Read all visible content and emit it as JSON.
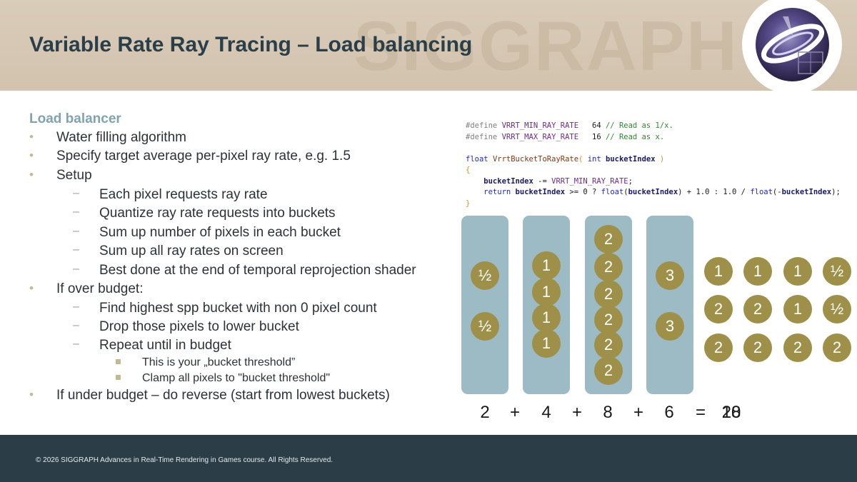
{
  "header": {
    "title": "Variable Rate Ray Tracing – Load balancing",
    "watermark": "SIGGRAPH",
    "logo_icon": "siggraph-logo-icon"
  },
  "content": {
    "heading": "Load balancer",
    "items": [
      {
        "level": 1,
        "text": "Water filling algorithm"
      },
      {
        "level": 1,
        "text": "Specify target average per-pixel ray rate, e.g. 1.5"
      },
      {
        "level": 1,
        "text": "Setup"
      },
      {
        "level": 2,
        "text": "Each pixel requests ray rate"
      },
      {
        "level": 2,
        "text": "Quantize ray rate requests into buckets"
      },
      {
        "level": 2,
        "text": "Sum up number of pixels in each bucket"
      },
      {
        "level": 2,
        "text": "Sum up all ray rates on screen"
      },
      {
        "level": 2,
        "text": "Best done at the end of temporal reprojection shader"
      },
      {
        "level": 1,
        "text": "If over budget:"
      },
      {
        "level": 2,
        "text": "Find highest spp bucket with non 0 pixel count"
      },
      {
        "level": 2,
        "text": "Drop those pixels to lower bucket"
      },
      {
        "level": 2,
        "text": "Repeat until in budget"
      },
      {
        "level": 3,
        "text": "This is your „bucket threshold”"
      },
      {
        "level": 3,
        "text": "Clamp all pixels to \"bucket threshold\""
      },
      {
        "level": 1,
        "text": "If under budget – do reverse (start from lowest buckets)"
      }
    ],
    "markers": {
      "level1": "•",
      "level2": "–"
    }
  },
  "code": {
    "l1_pre": "#define ",
    "l1_macro": "VRRT_MIN_RAY_RATE",
    "l1_num": "   64 ",
    "l1_com": "// Read as 1/x.",
    "l2_pre": "#define ",
    "l2_macro": "VRRT_MAX_RAY_RATE",
    "l2_num": "   16 ",
    "l2_com": "// Read as x.",
    "l4_kw1": "float ",
    "l4_fn": "VrrtBucketToRayRate",
    "l4_p1": "( ",
    "l4_kw2": "int ",
    "l4_var": "bucketIndex",
    "l4_p2": " )",
    "l5": "{",
    "l6_var": "    bucketIndex",
    "l6_op": " -= ",
    "l6_macro": "VRRT_MIN_RAY_RATE",
    "l6_end": ";",
    "l7_kw": "    return ",
    "l7_var1": "bucketIndex",
    "l7_a": " >= 0 ? ",
    "l7_kw2": "float",
    "l7_b": "(",
    "l7_var2": "bucketIndex",
    "l7_c": ") + 1.0 : 1.0 / ",
    "l7_kw3": "float",
    "l7_d": "(-",
    "l7_var3": "bucketIndex",
    "l7_e": ");",
    "l8": "}"
  },
  "buckets": [
    {
      "coins": [
        "½",
        "½"
      ]
    },
    {
      "coins": [
        "1",
        "1",
        "1",
        "1"
      ]
    },
    {
      "coins": [
        "2",
        "2",
        "2",
        "2",
        "2",
        "2"
      ]
    },
    {
      "coins": [
        "3",
        "3"
      ]
    }
  ],
  "grid_coins": [
    [
      "1",
      "1",
      "1",
      "½"
    ],
    [
      "2",
      "2",
      "1",
      "½"
    ],
    [
      "2",
      "2",
      "2",
      "2"
    ]
  ],
  "sum": {
    "terms": [
      "2",
      "+",
      "4",
      "+",
      "8",
      "+",
      "6",
      "=",
      "20"
    ],
    "overlay": "18"
  },
  "footer": {
    "copyright": "© 2026 SIGGRAPH Advances in Real-Time Rendering in Games course. All Rights Reserved."
  }
}
